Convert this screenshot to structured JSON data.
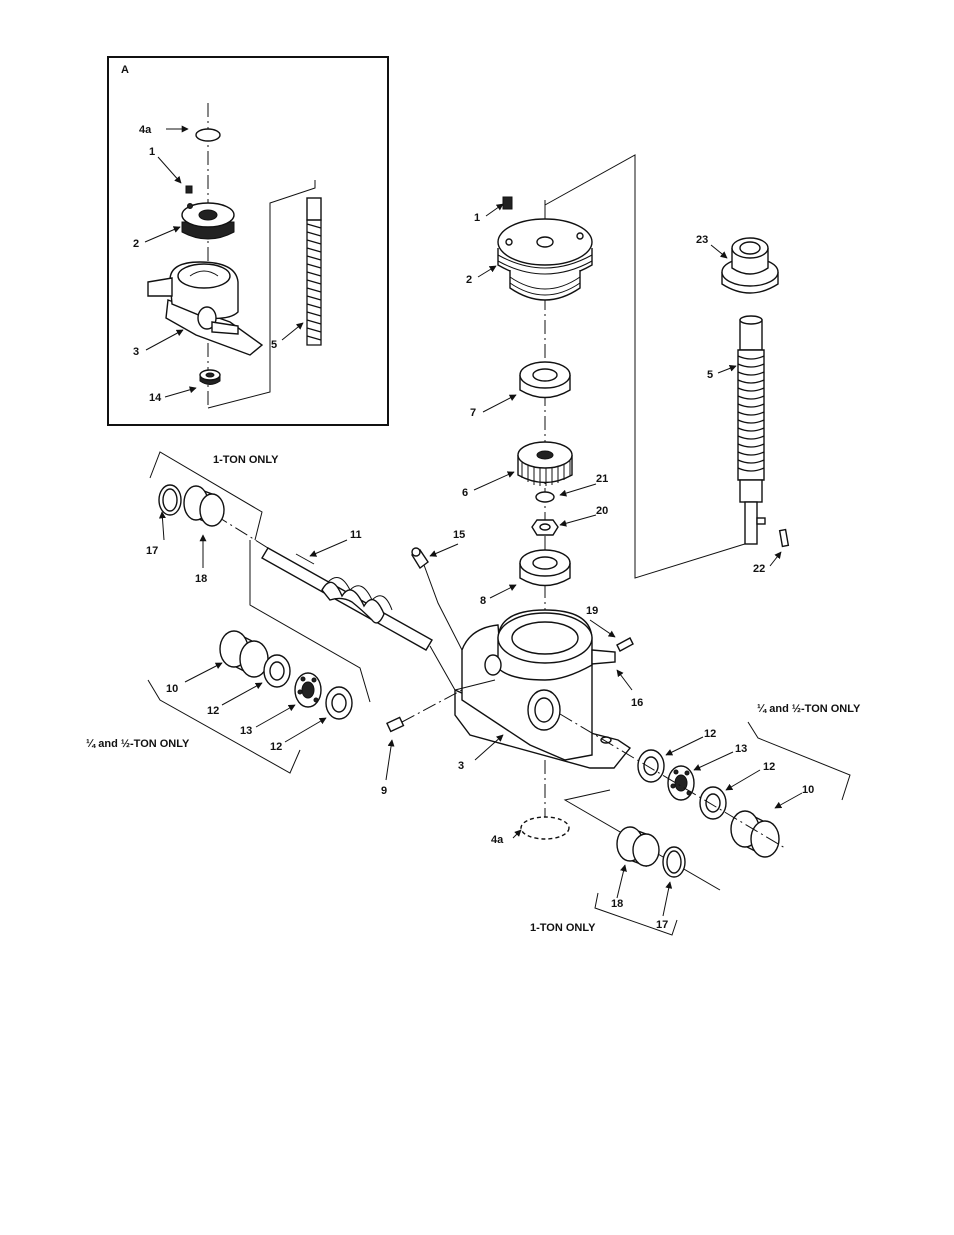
{
  "inset": {
    "title": "A",
    "labels": {
      "l4a": "4a",
      "l1": "1",
      "l2": "2",
      "l3": "3",
      "l5": "5",
      "l14": "14"
    }
  },
  "main": {
    "labels": {
      "l1": "1",
      "l2": "2",
      "l3": "3",
      "l4a": "4a",
      "l5": "5",
      "l6": "6",
      "l7": "7",
      "l8": "8",
      "l9": "9",
      "l10a": "10",
      "l10b": "10",
      "l11": "11",
      "l12a": "12",
      "l12b": "12",
      "l12c": "12",
      "l12d": "12",
      "l13a": "13",
      "l13b": "13",
      "l15": "15",
      "l16": "16",
      "l17a": "17",
      "l17b": "17",
      "l18a": "18",
      "l18b": "18",
      "l19": "19",
      "l20": "20",
      "l21": "21",
      "l22": "22",
      "l23": "23"
    },
    "notes": {
      "one_ton_top": "1-TON ONLY",
      "one_ton_bottom": "1-TON ONLY",
      "quarter_half_left": "¼ and ½-TON ONLY",
      "quarter_half_right": "¼ and ½-TON ONLY"
    }
  }
}
